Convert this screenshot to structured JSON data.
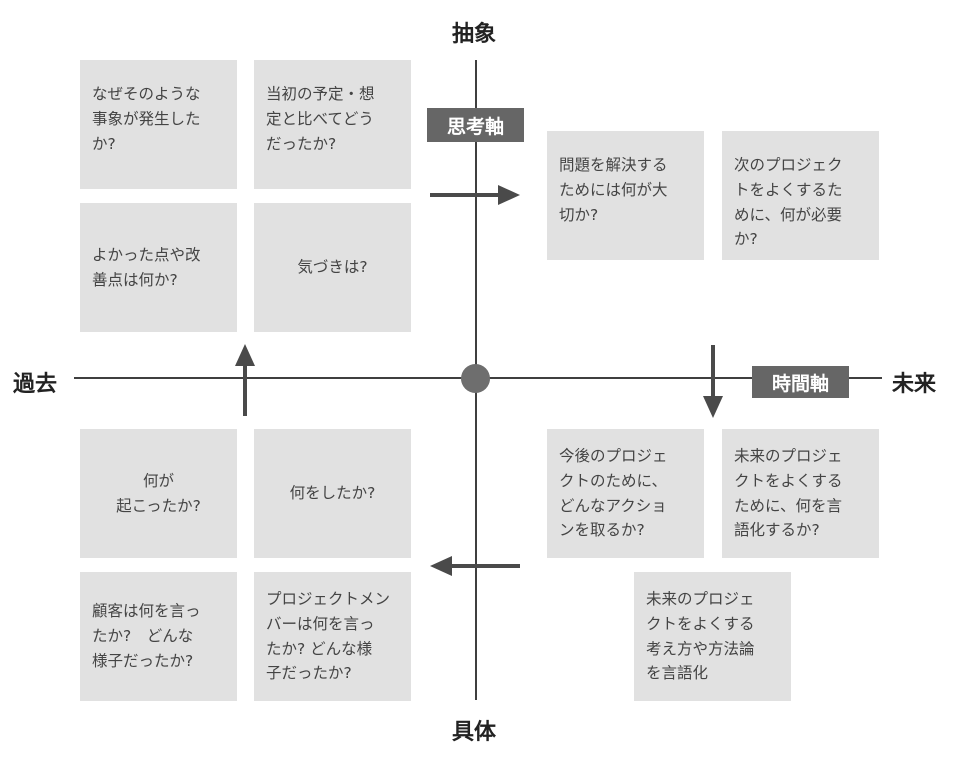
{
  "axes": {
    "top": "抽象",
    "bottom": "具体",
    "left": "過去",
    "right": "未来"
  },
  "tags": {
    "thinking_axis": "思考軸",
    "time_axis": "時間軸"
  },
  "boxes": {
    "tl1": "なぜそのような\n事象が発生した\nか?",
    "tl2": "当初の予定・想\n定と比べてどう\nだったか?",
    "tl3": "よかった点や改\n善点は何か?",
    "tl4": "気づきは?",
    "tr1": "問題を解決する\nためには何が大\n切か?",
    "tr2": "次のプロジェク\nトをよくするた\nめに、何が必要\nか?",
    "bl1": "何が\n起こったか?",
    "bl2": "何をしたか?",
    "bl3": "顧客は何を言っ\nたか?　どんな\n様子だったか?",
    "bl4": "プロジェクトメン\nバーは何を言っ\nたか?  どんな様\n子だったか?",
    "br1": "今後のプロジェ\nクトのために、\nどんなアクショ\nンを取るか?",
    "br2": "未来のプロジェ\nクトをよくする\nために、何を言\n語化するか?",
    "br3": "未来のプロジェ\nクトをよくする\n考え方や方法論\nを言語化"
  },
  "colors": {
    "box_fill": "#e1e1e1",
    "tag_fill": "#666666",
    "axis": "#3f3f3f",
    "origin": "#6e6e6e"
  }
}
